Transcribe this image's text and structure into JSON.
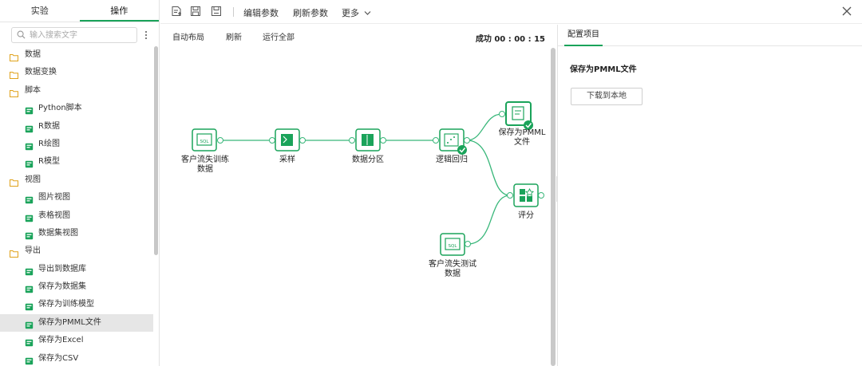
{
  "sidebar": {
    "tabs": [
      {
        "label": "实验",
        "active": false
      },
      {
        "label": "操作",
        "active": true
      }
    ],
    "search": {
      "placeholder": "输入搜索文字"
    },
    "tree": [
      {
        "type": "folder",
        "label": "数据",
        "icon": "folder-icon"
      },
      {
        "type": "folder",
        "label": "数据变换",
        "icon": "folder-icon"
      },
      {
        "type": "folder",
        "label": "脚本",
        "icon": "folder-icon"
      },
      {
        "type": "leaf",
        "label": "Python脚本",
        "icon": "python-script-icon"
      },
      {
        "type": "leaf",
        "label": "R数据",
        "icon": "r-data-icon"
      },
      {
        "type": "leaf",
        "label": "R绘图",
        "icon": "r-plot-icon"
      },
      {
        "type": "leaf",
        "label": "R模型",
        "icon": "r-model-icon"
      },
      {
        "type": "folder",
        "label": "视图",
        "icon": "folder-icon"
      },
      {
        "type": "leaf",
        "label": "图片视图",
        "icon": "image-view-icon"
      },
      {
        "type": "leaf",
        "label": "表格视图",
        "icon": "table-view-icon"
      },
      {
        "type": "leaf",
        "label": "数据集视图",
        "icon": "dataset-view-icon"
      },
      {
        "type": "folder",
        "label": "导出",
        "icon": "folder-icon"
      },
      {
        "type": "leaf",
        "label": "导出到数据库",
        "icon": "export-db-icon"
      },
      {
        "type": "leaf",
        "label": "保存为数据集",
        "icon": "save-dataset-icon"
      },
      {
        "type": "leaf",
        "label": "保存为训练模型",
        "icon": "save-model-icon"
      },
      {
        "type": "leaf",
        "label": "保存为PMML文件",
        "icon": "save-pmml-icon",
        "selected": true
      },
      {
        "type": "leaf",
        "label": "保存为Excel",
        "icon": "save-excel-icon"
      },
      {
        "type": "leaf",
        "label": "保存为CSV",
        "icon": "save-csv-icon"
      }
    ]
  },
  "toolbar": {
    "edit_params": "编辑参数",
    "refresh_params": "刷新参数",
    "more": "更多"
  },
  "canvas_bar": {
    "auto_layout": "自动布局",
    "refresh": "刷新",
    "run_all": "运行全部",
    "status": "成功 00 : 00 : 15"
  },
  "flow": {
    "nodes": [
      {
        "id": "train",
        "label_lines": [
          "客户流失训练",
          "数据"
        ],
        "icon": "sql-data-icon"
      },
      {
        "id": "sample",
        "label_lines": [
          "采样"
        ],
        "icon": "sample-icon"
      },
      {
        "id": "split",
        "label_lines": [
          "数据分区"
        ],
        "icon": "partition-icon"
      },
      {
        "id": "logreg",
        "label_lines": [
          "逻辑回归"
        ],
        "icon": "logistic-regression-icon",
        "done": true
      },
      {
        "id": "pmml",
        "label_lines": [
          "保存为PMML",
          "文件"
        ],
        "icon": "save-pmml-icon",
        "done": true,
        "selected": true
      },
      {
        "id": "score",
        "label_lines": [
          "评分"
        ],
        "icon": "score-icon"
      },
      {
        "id": "test",
        "label_lines": [
          "客户流失测试",
          "数据"
        ],
        "icon": "sql-data-icon"
      }
    ],
    "edges": [
      [
        "train",
        "sample"
      ],
      [
        "sample",
        "split"
      ],
      [
        "split",
        "logreg"
      ],
      [
        "logreg",
        "pmml"
      ],
      [
        "logreg",
        "score"
      ],
      [
        "test",
        "score"
      ]
    ]
  },
  "right_panel": {
    "tab": "配置项目",
    "title": "保存为PMML文件",
    "button": "下载到本地"
  },
  "colors": {
    "accent": "#1aa35a",
    "line": "#39b77a"
  }
}
